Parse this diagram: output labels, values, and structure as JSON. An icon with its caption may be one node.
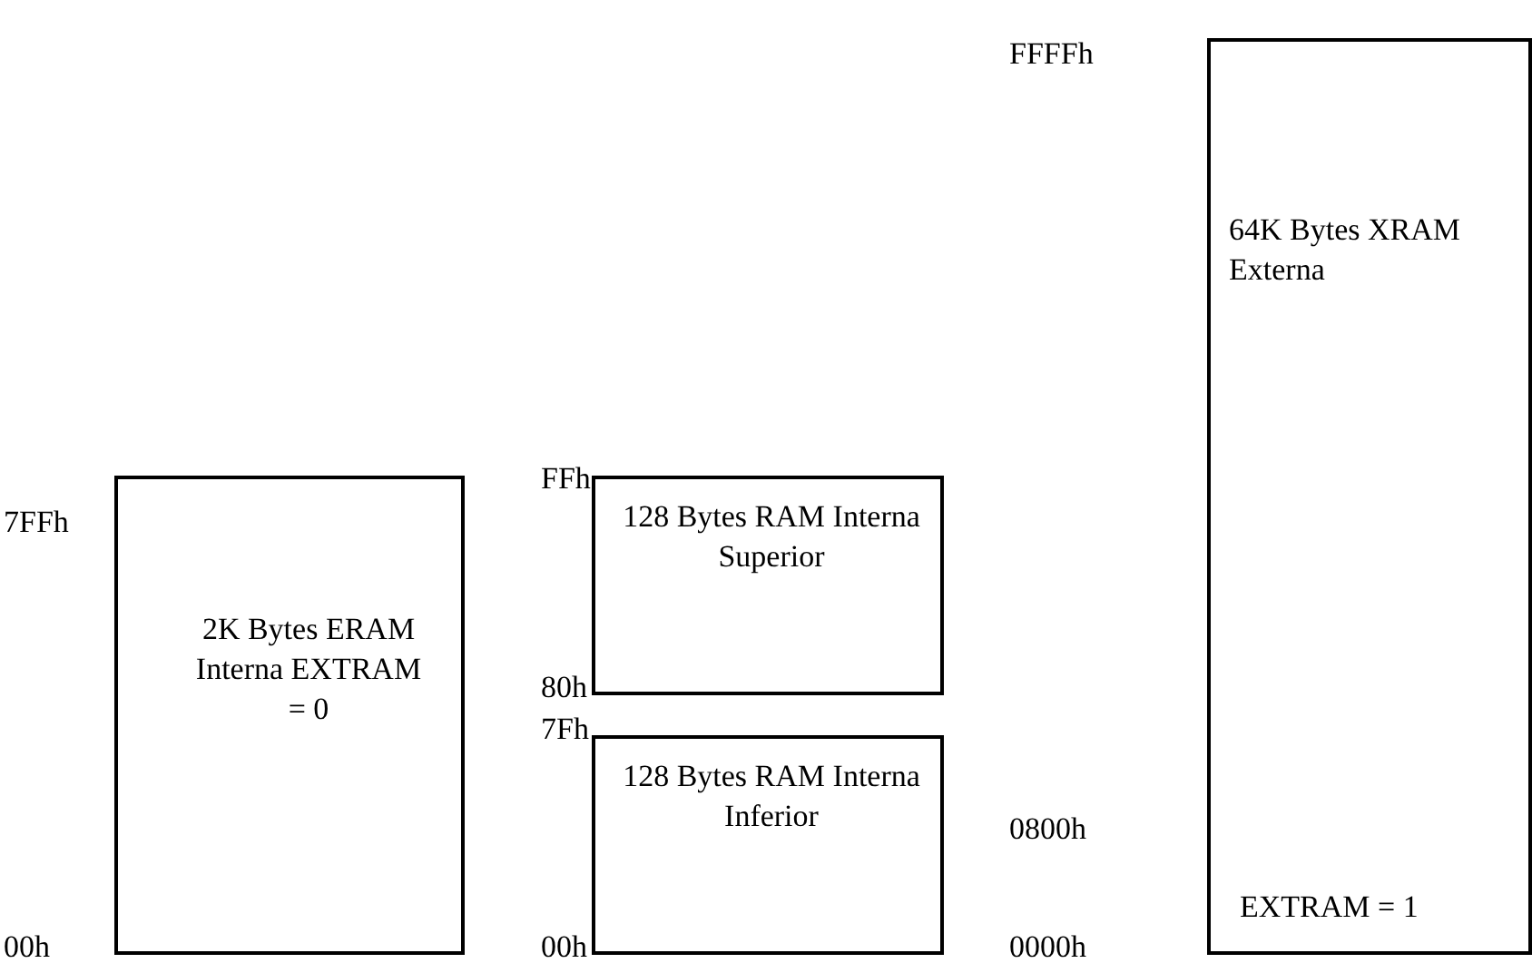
{
  "diagram": {
    "nodes": [
      {
        "text": [
          "2K Bytes ERAM Interna EXTRAM = 0"
        ]
      },
      {
        "text": [
          "128 Bytes RAM Interna Superior"
        ]
      },
      {
        "text": [
          "128 Bytes RAM Interna Inferior"
        ]
      },
      {
        "text": [
          "64K Bytes XRAM Externa"
        ]
      },
      {
        "text": [
          "EXTRAM = 1"
        ]
      }
    ],
    "labels": [
      "FFFFh",
      "FFh",
      "7FFh",
      "80h",
      "7Fh",
      "0800h",
      "00h",
      "00h",
      "0000h"
    ]
  }
}
